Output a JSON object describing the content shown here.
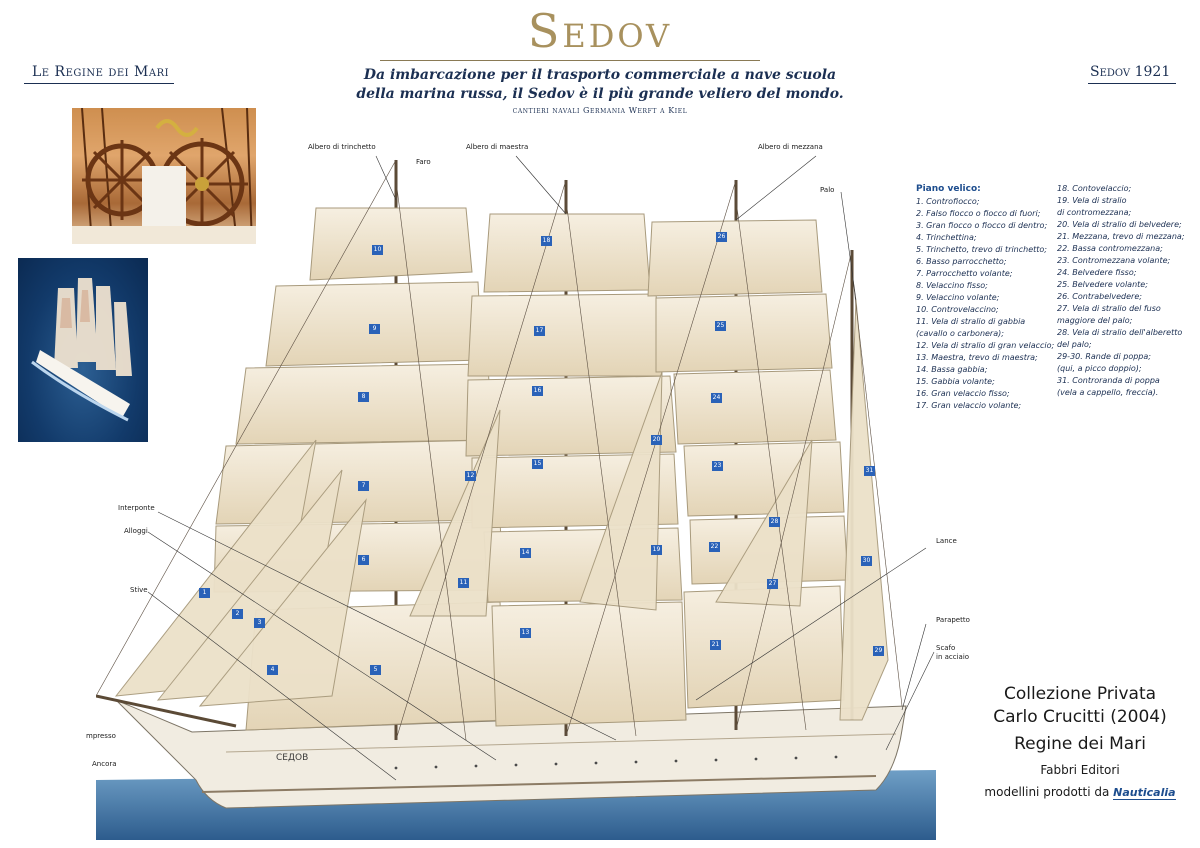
{
  "header": {
    "title": "Sedov",
    "series_left": "Le Regine dei Mari",
    "series_right": "Sedov 1921",
    "subtitle_line1": "Da imbarcazione per il trasporto commerciale a nave scuola",
    "subtitle_line2": "della marina russa, il Sedov è il più grande veliero del mondo.",
    "shipyard": "cantieri navali Germania Werft a Kiel"
  },
  "legend": {
    "title": "Piano velico:",
    "col1": [
      "1. Controfiocco;",
      "2. Falso fiocco o fiocco di fuori;",
      "3. Gran fiocco o fiocco di dentro;",
      "4. Trinchettina;",
      "5. Trinchetto, trevo di trinchetto;",
      "6. Basso parrocchetto;",
      "7. Parrocchetto volante;",
      "8. Velaccino fisso;",
      "9. Velaccino volante;",
      "10. Controvelaccino;",
      "11. Vela di stralio di gabbia\n(cavallo o carbonera);",
      "12. Vela di stralio di gran velaccio;",
      "13. Maestra, trevo di maestra;",
      "14. Bassa gabbia;",
      "15. Gabbia volante;",
      "16. Gran velaccio fisso;",
      "17. Gran velaccio volante;"
    ],
    "col2": [
      "18. Contovelaccio;",
      "19. Vela di stralio\ndi contromezzana;",
      "20. Vela di stralio di belvedere;",
      "21. Mezzana, trevo di mezzana;",
      "22. Bassa contromezzana;",
      "23. Contromezzana volante;",
      "24. Belvedere fisso;",
      "25. Belvedere volante;",
      "26. Contrabelvedere;",
      "27. Vela di stralio del fuso\nmaggiore del palo;",
      "28. Vela di stralio dell'alberetto\ndel palo;",
      "29-30. Rande di poppa;\n(qui, a picco doppio);",
      "31. Controranda di poppa\n(vela a cappello, freccia)."
    ]
  },
  "labels": {
    "trinchetto": "Albero di trinchetto",
    "faro": "Faro",
    "maestra": "Albero di maestra",
    "mezzana": "Albero di mezzana",
    "palo": "Palo",
    "interponte": "Interponte",
    "alloggi": "Alloggi",
    "stive": "Stive",
    "impresso": "mpresso",
    "ancora": "Ancora",
    "lance": "Lance",
    "parapetto": "Parapetto",
    "scafo1": "Scafo",
    "scafo2": "in acciaio",
    "hull_name": "СЕДОВ"
  },
  "sail_numbers": [
    "1",
    "2",
    "3",
    "4",
    "5",
    "6",
    "7",
    "8",
    "9",
    "10",
    "11",
    "12",
    "13",
    "14",
    "15",
    "16",
    "17",
    "18",
    "19",
    "20",
    "21",
    "22",
    "23",
    "24",
    "25",
    "26",
    "27",
    "28",
    "29",
    "30",
    "31"
  ],
  "credits": {
    "line1": "Collezione Privata",
    "line2": "Carlo Crucitti (2004)",
    "line3": "Regine dei Mari",
    "line4": "Fabbri Editori",
    "line5": "modellini prodotti da",
    "logo": "Nauticalia"
  },
  "colors": {
    "navy": "#1b2f52",
    "gold": "#a8915e",
    "sail": "#efe6d2",
    "badge": "#2a62b8"
  }
}
